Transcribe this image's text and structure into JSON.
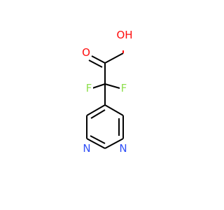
{
  "molecule": {
    "atoms": {
      "oh": {
        "label": "OH",
        "color": "#ff0d0d"
      },
      "o": {
        "label": "O",
        "color": "#ff0d0d"
      },
      "f_left": {
        "label": "F",
        "color": "#90e050"
      },
      "f_right": {
        "label": "F",
        "color": "#90e050"
      },
      "n_left": {
        "label": "N",
        "color": "#3050f8"
      },
      "n_right": {
        "label": "N",
        "color": "#3050f8"
      }
    },
    "bond_color": "#000000"
  }
}
